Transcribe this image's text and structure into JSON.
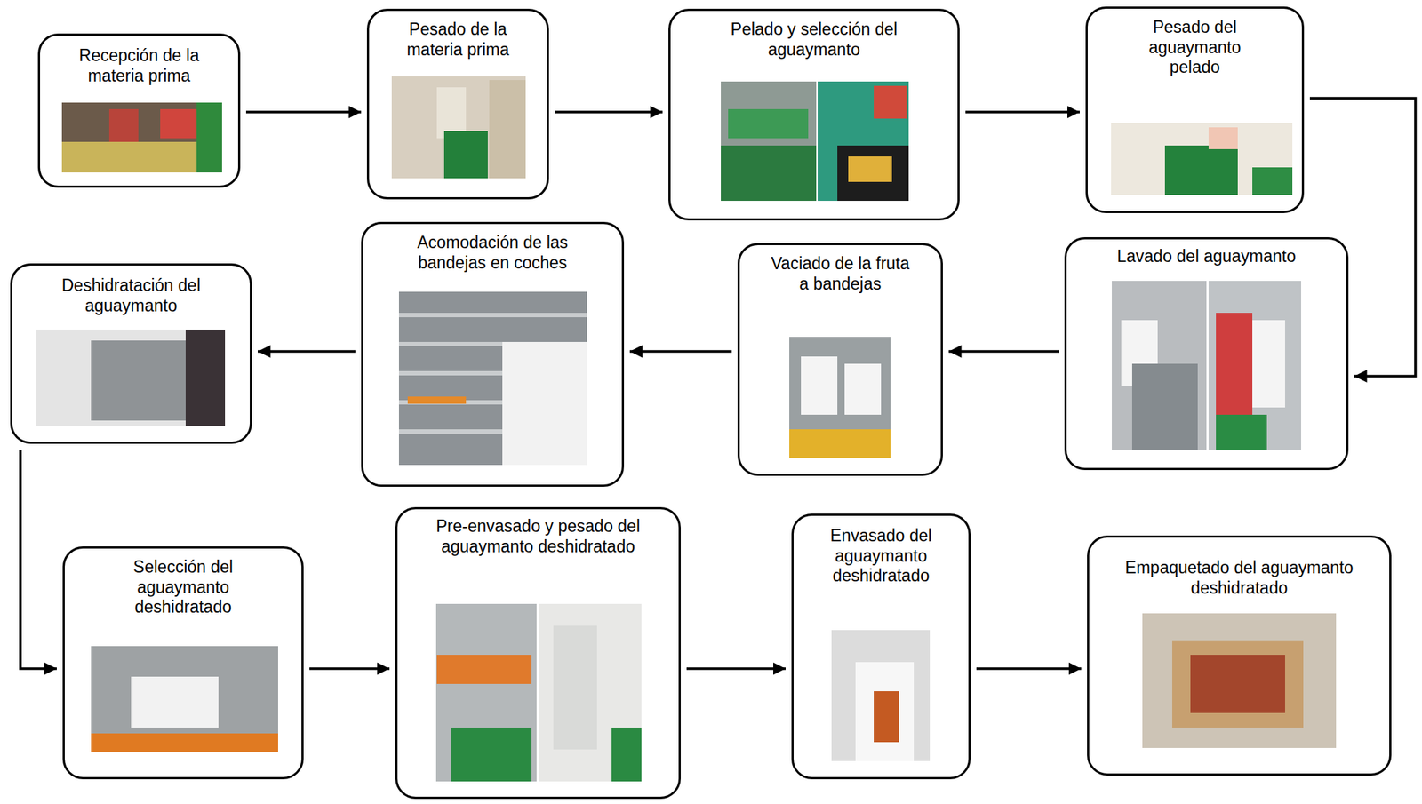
{
  "diagram": {
    "nodes": [
      {
        "text": [
          "Recepción de la materia prima"
        ]
      },
      {
        "text": [
          "Pesado de la materia prima"
        ]
      },
      {
        "text": [
          "Pelado y selección del aguaymanto"
        ]
      },
      {
        "text": [
          "Pesado del aguaymanto pelado"
        ]
      },
      {
        "text": [
          "Lavado del aguaymanto"
        ]
      },
      {
        "text": [
          "Vaciado de la fruta a bandejas"
        ]
      },
      {
        "text": [
          "Acomodación de las bandejas en coches"
        ]
      },
      {
        "text": [
          "Deshidratación del aguaymanto"
        ]
      },
      {
        "text": [
          "Selección del aguaymanto deshidratado"
        ]
      },
      {
        "text": [
          "Pre-envasado y pesado del aguaymanto deshidratado"
        ]
      },
      {
        "text": [
          "Envasado del aguaymanto deshidratado"
        ]
      },
      {
        "text": [
          "Empaquetado del aguaymanto deshidratado"
        ]
      }
    ],
    "edges": [
      {
        "from": 0,
        "to": 1,
        "arrow": "to"
      },
      {
        "from": 1,
        "to": 2,
        "arrow": "to"
      },
      {
        "from": 2,
        "to": 3,
        "arrow": "to"
      },
      {
        "from": 3,
        "to": 4,
        "arrow": "to"
      },
      {
        "from": 4,
        "to": 5,
        "arrow": "to"
      },
      {
        "from": 5,
        "to": 6,
        "arrow": "to"
      },
      {
        "from": 6,
        "to": 7,
        "arrow": "to"
      },
      {
        "from": 7,
        "to": 8,
        "arrow": "to"
      },
      {
        "from": 8,
        "to": 9,
        "arrow": "to"
      },
      {
        "from": 9,
        "to": 10,
        "arrow": "to"
      },
      {
        "from": 10,
        "to": 11,
        "arrow": "to"
      }
    ]
  }
}
